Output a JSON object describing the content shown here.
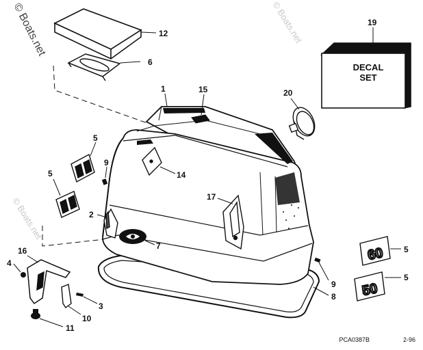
{
  "watermark": "© Boats.net",
  "decal_label": [
    "DECAL",
    "SET"
  ],
  "part_code": "PCA0387B",
  "revision_code": "2-96",
  "callouts": [
    "1",
    "2",
    "3",
    "4",
    "5",
    "5",
    "5",
    "5",
    "6",
    "7",
    "8",
    "9",
    "9",
    "10",
    "11",
    "12",
    "14",
    "15",
    "16",
    "17",
    "19",
    "20"
  ],
  "badges": [
    "60",
    "50"
  ],
  "colors": {
    "line": "#111111",
    "watermark": "#b5b5b5",
    "background": "#ffffff"
  }
}
